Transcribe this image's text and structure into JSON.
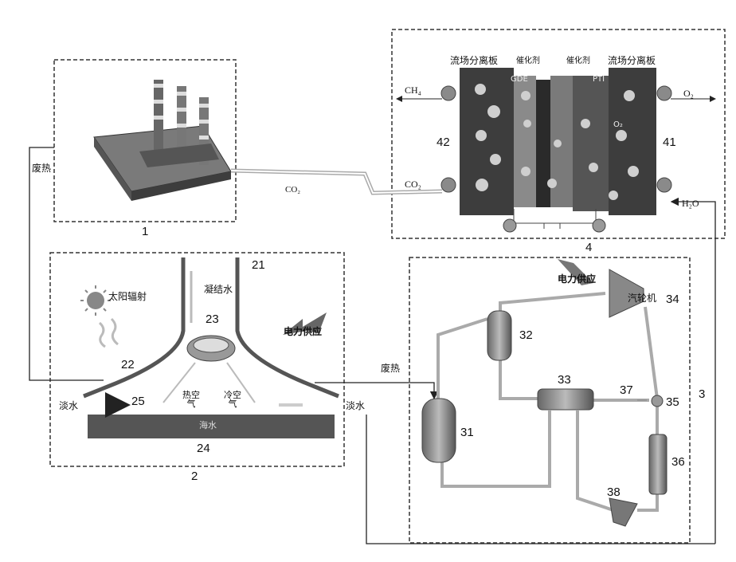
{
  "labels": {
    "co2_pipe": "CO₂",
    "waste_heat_left": "废热",
    "waste_heat_mid": "废热",
    "fresh_water_left": "淡水",
    "fresh_water_right": "淡水",
    "solar_radiation": "太阳辐射",
    "condensed_water": "凝结水",
    "power_supply_left": "电力供应",
    "power_supply_right": "电力供应",
    "turbine": "汽轮机",
    "hot_air": "热空气",
    "cold_air": "冷空气",
    "seawater": "海水",
    "flow_plate_left": "流场分离板",
    "flow_plate_right": "流场分离板",
    "catalyst_left": "催化剂",
    "catalyst_right": "催化剂",
    "gde": "GDE",
    "pti": "PTI",
    "ch4": "CH₄",
    "o2_out": "O₂",
    "co2_in": "CO₂",
    "h2o_in": "H₂O",
    "o2_inner": "O₂"
  },
  "numbers": {
    "n1": "1",
    "n2": "2",
    "n3": "3",
    "n4": "4",
    "n21": "21",
    "n22": "22",
    "n23": "23",
    "n24": "24",
    "n25": "25",
    "n31": "31",
    "n32": "32",
    "n33": "33",
    "n34": "34",
    "n35": "35",
    "n36": "36",
    "n37": "37",
    "n38": "38",
    "n41": "41",
    "n42": "42"
  },
  "colors": {
    "line": "#222222",
    "pipe": "#aaaaaa",
    "dark_plate": "#3a3a3a",
    "mid_plate": "#6a6a6a",
    "seawater": "#555555"
  }
}
